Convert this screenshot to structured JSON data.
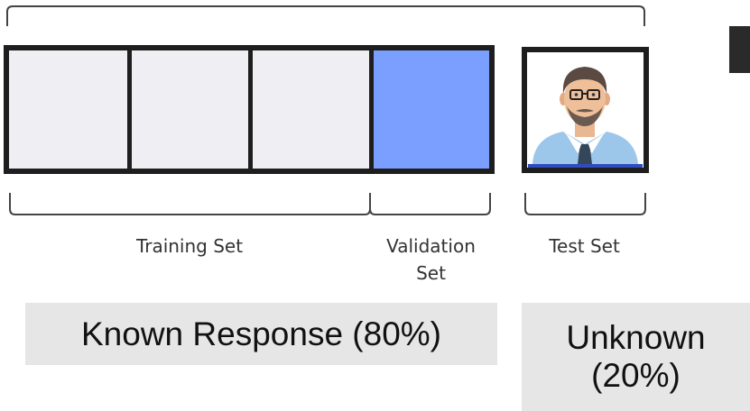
{
  "labels": {
    "training": "Training Set",
    "validation": "Validation Set",
    "test": "Test Set"
  },
  "captions": {
    "known": "Known Response (80%)",
    "unknown": "Unknown (20%)"
  },
  "colors": {
    "fold": "#eeeef3",
    "validation_fill": "#7b9fff",
    "frame": "#1e1e1e",
    "bracket": "#444444",
    "caption_bg": "#e6e6e6"
  },
  "icons": {
    "test_person": "person-with-glasses-avatar"
  }
}
